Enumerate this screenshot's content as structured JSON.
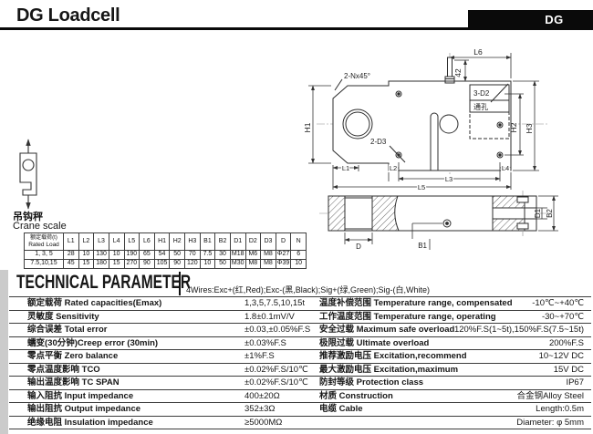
{
  "header": {
    "title": "DG Loadcell",
    "badge": "DG"
  },
  "crane": {
    "label_cn": "吊钩秤",
    "label_en": "Crane scale"
  },
  "drawing": {
    "side": {
      "chamfer_note": "2-Nx45°",
      "cable_dim": "42",
      "l6": "L6",
      "h1": "H1",
      "h2": "H2",
      "h3": "H3",
      "holes_right_note": "3-D2",
      "through_hole_note": "通孔",
      "holes_left_note": "2-D3",
      "l1": "L1",
      "l2": "L2",
      "l3": "L3",
      "l4": "L4",
      "l5": "L5"
    },
    "top": {
      "d": "D",
      "b1": "B1",
      "d1": "D1",
      "b2": "B2"
    }
  },
  "dim_table": {
    "header_cn": "额定载荷(t)",
    "header_en": "Rated Load",
    "columns": [
      "L1",
      "L2",
      "L3",
      "L4",
      "L5",
      "L6",
      "H1",
      "H2",
      "H3",
      "B1",
      "B2",
      "D1",
      "D2",
      "D3",
      "D",
      "N"
    ],
    "rows": [
      {
        "load": "1, 3, 5",
        "values": [
          "28",
          "10",
          "130",
          "10",
          "190",
          "65",
          "54",
          "50",
          "70",
          "7.5",
          "30",
          "M18",
          "M6",
          "M8",
          "Φ27",
          "6"
        ]
      },
      {
        "load": "7.5,10,15",
        "values": [
          "45",
          "15",
          "180",
          "15",
          "270",
          "90",
          "105",
          "90",
          "120",
          "10",
          "50",
          "M30",
          "M8",
          "M8",
          "Φ39",
          "10"
        ]
      }
    ]
  },
  "tech": {
    "heading": "TECHNICAL PARAMETER",
    "note": "4Wires:Exc+(红,Red);Exc-(黑,Black);Sig+(绿,Green);Sig-(白,White)",
    "rows": [
      {
        "ll": "额定载荷 Rated capacities(Emax)",
        "lv": "1,3,5,7.5,10,15t",
        "rl": "温度补偿范围 Temperature range, compensated",
        "rv": "-10℃~+40℃"
      },
      {
        "ll": "灵敏度 Sensitivity",
        "lv": "1.8±0.1mV/V",
        "rl": "工作温度范围 Temperature range, operating",
        "rv": "-30~+70℃"
      },
      {
        "ll": "综合误差 Total error",
        "lv": "±0.03,±0.05%F.S",
        "rl": "安全过载 Maximum safe overload",
        "rv": "120%F.S(1~5t),150%F.S(7.5~15t)"
      },
      {
        "ll": "蠕变(30分钟)Creep error (30min)",
        "lv": "±0.03%F.S",
        "rl": "极限过载 Ultimate overload",
        "rv": "200%F.S"
      },
      {
        "ll": "零点平衡 Zero balance",
        "lv": "±1%F.S",
        "rl": "推荐激励电压 Excitation,recommend",
        "rv": "10~12V DC"
      },
      {
        "ll": "零点温度影响 TCO",
        "lv": "±0.02%F.S/10℃",
        "rl": "最大激励电压 Excitation,maximum",
        "rv": "15V DC"
      },
      {
        "ll": "输出温度影响 TC SPAN",
        "lv": "±0.02%F.S/10℃",
        "rl": "防封等级 Protection class",
        "rv": "IP67"
      },
      {
        "ll": "输入阻抗 Input impedance",
        "lv": "400±20Ω",
        "rl": "材质 Construction",
        "rv": "合金钢Alloy Steel"
      },
      {
        "ll": "输出阻抗 Output impedance",
        "lv": "352±3Ω",
        "rl": "电缆 Cable",
        "rv": "Length:0.5m"
      },
      {
        "ll": "绝缘电阻 Insulation impedance",
        "lv": "≥5000MΩ",
        "rl": "",
        "rv": "Diameter: φ 5mm"
      }
    ]
  }
}
